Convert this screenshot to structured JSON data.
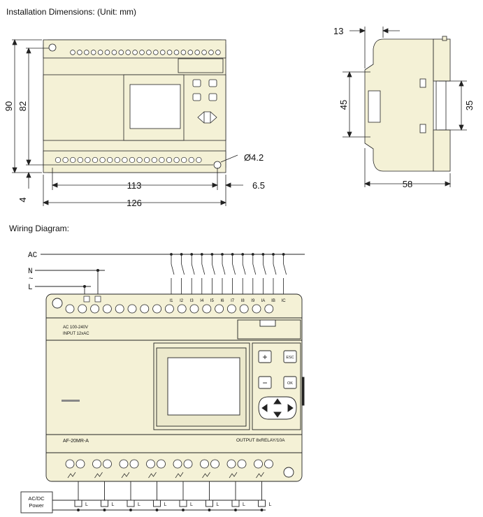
{
  "headings": {
    "installation": "Installation Dimensions: (Unit: mm)",
    "wiring": "Wiring Diagram:"
  },
  "dimensions": {
    "height_total": "90",
    "height_inner": "82",
    "width_inner": "113",
    "width_total": "126",
    "offset_bottom": "4",
    "offset_right": "6.5",
    "hole_diameter": "Ø4.2",
    "side_top": "13",
    "side_height": "45",
    "rail_height": "35",
    "depth": "58"
  },
  "wiring": {
    "line_ac": "AC",
    "line_n": "N",
    "line_tilde": "~",
    "line_l": "L",
    "power_box": [
      "AC/DC",
      "Power"
    ],
    "label_ac": "AC  100-240V",
    "label_input": "INPUT  12xAC",
    "model": "AF-20MR-A",
    "output": "OUTPUT 8xRELAY/10A",
    "inputs": [
      "I1",
      "I2",
      "I3",
      "I4",
      "I5",
      "I6",
      "I7",
      "I8",
      "I9",
      "IA",
      "IB",
      "IC"
    ],
    "buttons": {
      "plus": "+",
      "minus": "−",
      "esc": "ESC",
      "ok": "OK"
    },
    "load_label": "L"
  },
  "colors": {
    "body": "#f4f1d6",
    "line": "#222222",
    "panel": "#e9e6c8"
  }
}
